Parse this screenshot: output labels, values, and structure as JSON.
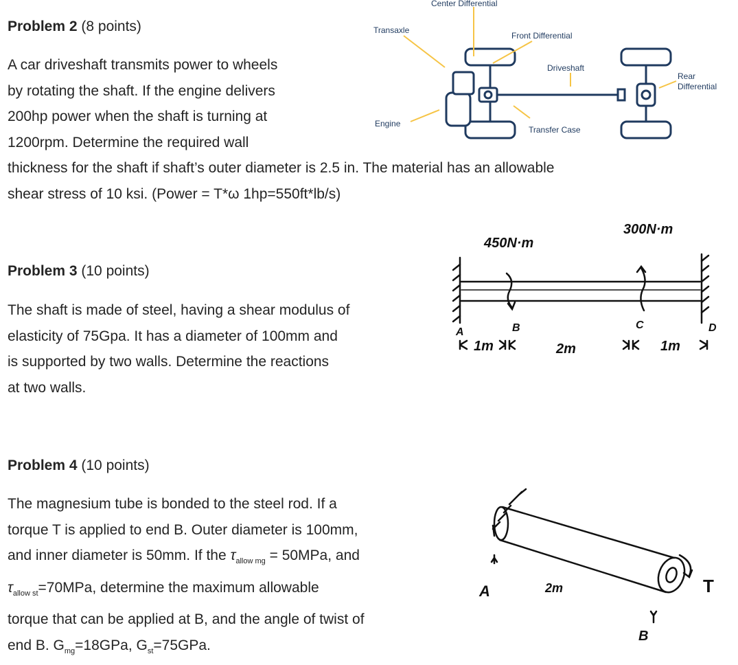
{
  "problem2": {
    "heading_bold": "Problem 2",
    "heading_rest": " (8 points)",
    "lines": [
      "A car driveshaft transmits power to wheels",
      "by rotating the shaft. If the engine delivers",
      "200hp power when the shaft is turning at",
      "1200rpm. Determine the required wall",
      "thickness for the shaft if shaft’s outer diameter is 2.5 in. The material has an allowable",
      "shear stress of 10 ksi. (Power = T*ω   1hp=550ft*lb/s)"
    ],
    "figure": {
      "center_differential": "Center Differential",
      "transaxle": "Transaxle",
      "front_differential": "Front Differential",
      "driveshaft": "Driveshaft",
      "rear": "Rear",
      "differential": "Differential",
      "engine": "Engine",
      "transfer_case": "Transfer Case"
    }
  },
  "problem3": {
    "heading_bold": "Problem 3",
    "heading_rest": " (10 points)",
    "lines": [
      "The shaft is made of steel, having a shear modulus of",
      "elasticity of 75Gpa. It has a diameter of 100mm and",
      "is supported by two walls. Determine the reactions",
      "at two walls."
    ],
    "figure": {
      "torque_b": "450N·m",
      "torque_c": "300N·m",
      "label_a": "A",
      "label_b": "B",
      "label_c": "C",
      "label_d": "D",
      "dim_ab": "1m",
      "dim_bc": "2m",
      "dim_cd": "1m"
    }
  },
  "problem4": {
    "heading_bold": "Problem 4",
    "heading_rest": " (10 points)",
    "line1": "The magnesium tube is bonded to the steel rod. If a",
    "line2": "torque T is applied to end B. Outer diameter is 100mm,",
    "line3_a": "and inner diameter is 50mm. If the ",
    "tau": "τ",
    "allow_mg": "allow mg",
    "line3_b": " = 50MPa, and",
    "allow_st": "allow st",
    "line4_b": "=70MPa, determine the maximum allowable",
    "line5": "torque that can be applied at B, and the angle of twist of",
    "line6_a": "end B. G",
    "mg": "mg",
    "line6_b": "=18GPa, G",
    "st": "st",
    "line6_c": "=75GPa.",
    "figure": {
      "label_a": "A",
      "label_b": "B",
      "label_t": "T",
      "dim_length": "2m"
    }
  }
}
